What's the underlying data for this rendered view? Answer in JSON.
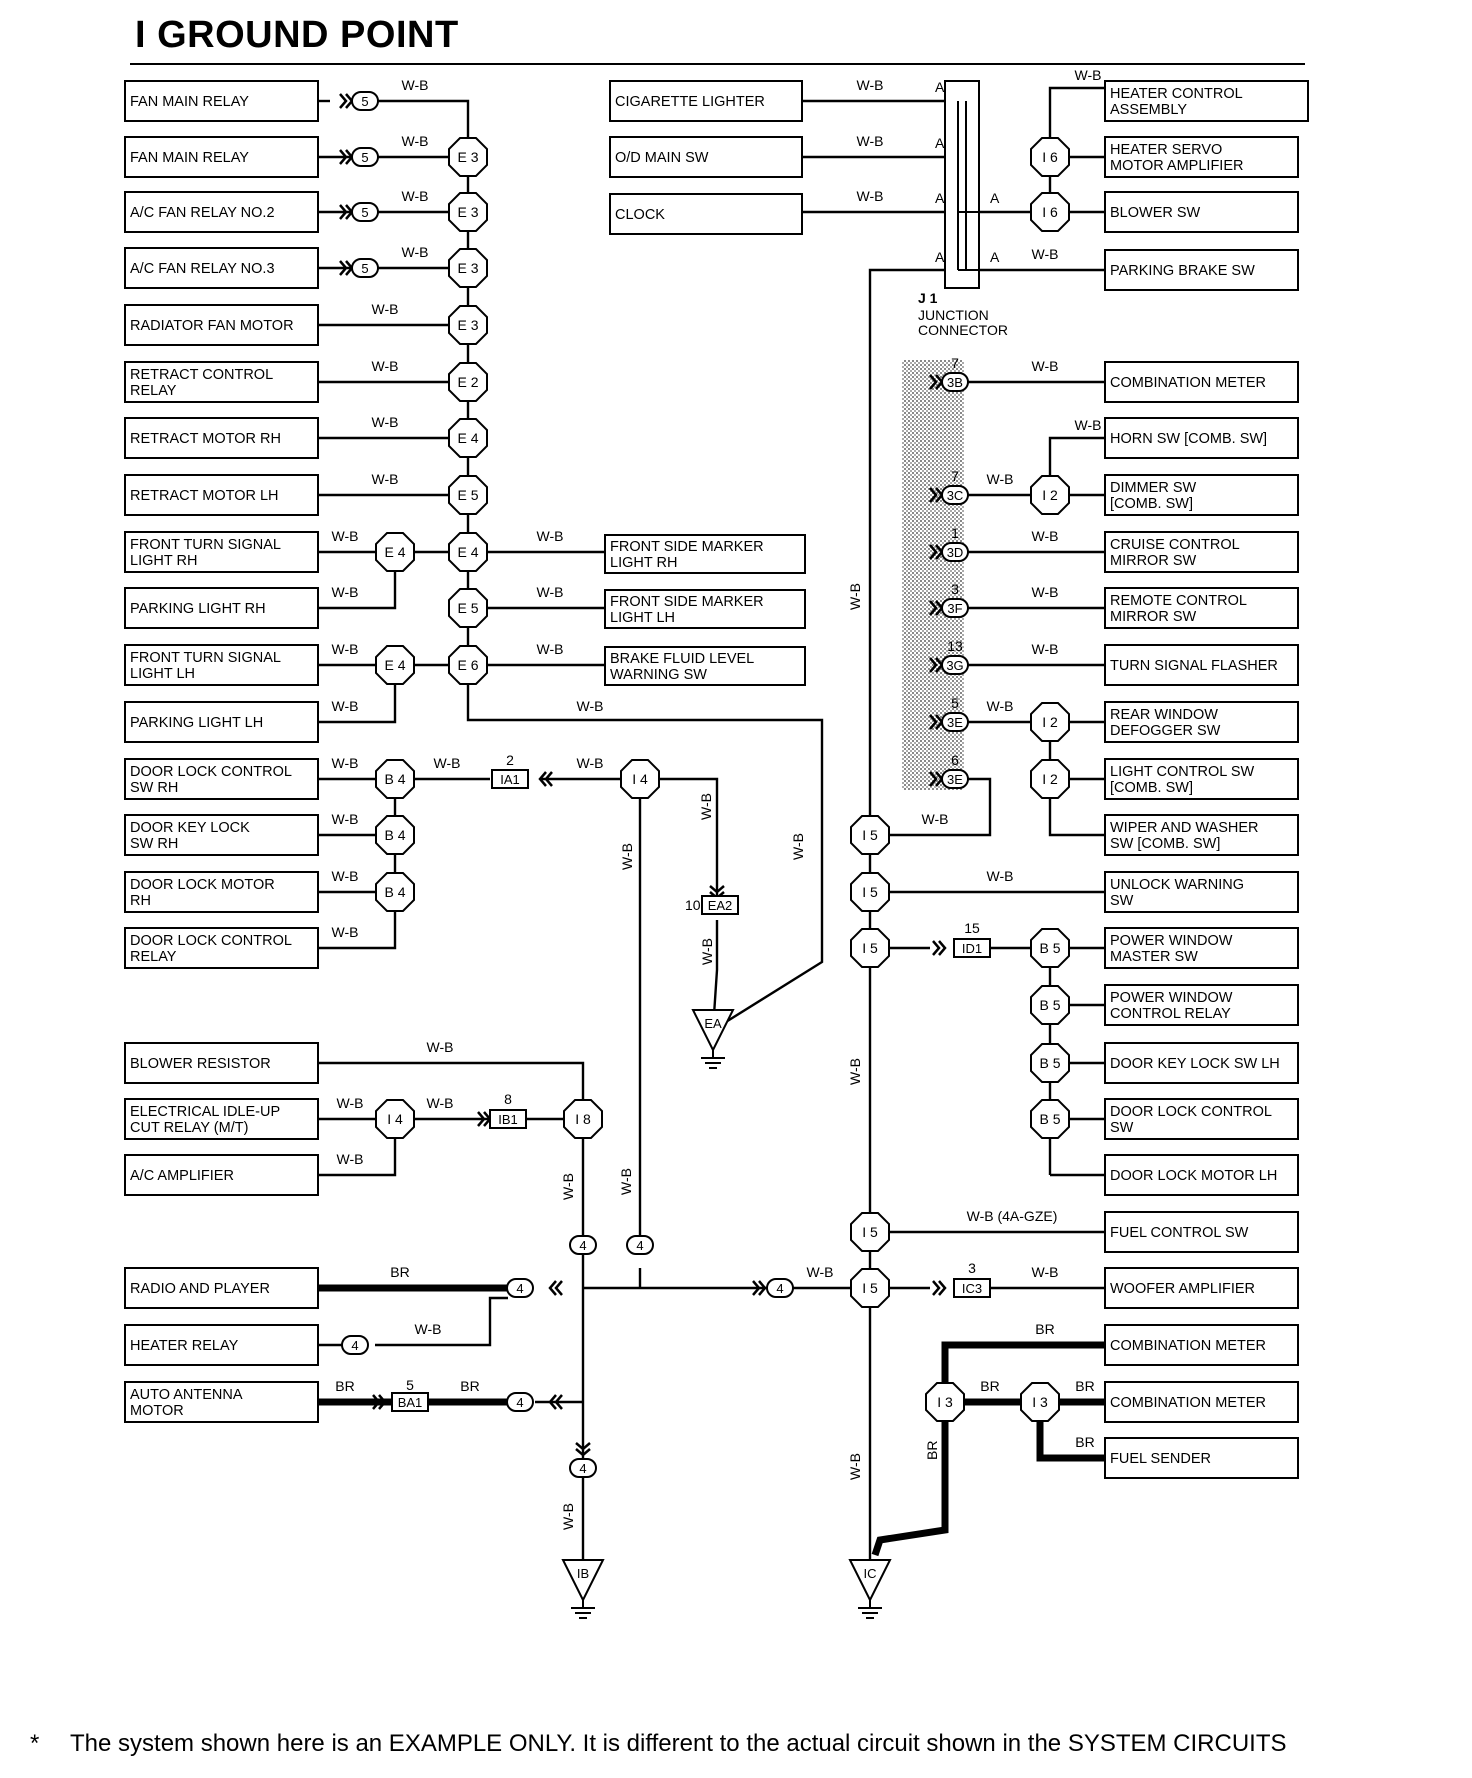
{
  "title": "I GROUND POINT",
  "footnote": {
    "marker": "*",
    "text": "The system shown here is an EXAMPLE ONLY. It is different to the actual circuit shown in the SYSTEM CIRCUITS"
  },
  "wire_labels": {
    "wb": "W-B",
    "br": "BR",
    "wb_4agze": "W-B  (4A-GZE)"
  },
  "junction_connector": {
    "id": "J 1",
    "name": "JUNCTION\nCONNECTOR",
    "pin": "A"
  },
  "grounds": {
    "ea": "EA",
    "ib": "IB",
    "ic": "IC"
  },
  "components": {
    "left": [
      "FAN MAIN RELAY",
      "FAN MAIN RELAY",
      "A/C FAN RELAY NO.2",
      "A/C FAN RELAY NO.3",
      "RADIATOR FAN MOTOR",
      "RETRACT CONTROL\nRELAY",
      "RETRACT MOTOR RH",
      "RETRACT MOTOR LH",
      "FRONT TURN SIGNAL\n LIGHT RH",
      "PARKING LIGHT RH",
      "FRONT TURN SIGNAL\nLIGHT LH",
      "PARKING LIGHT LH",
      "DOOR LOCK CONTROL\nSW RH",
      "DOOR KEY LOCK\nSW RH",
      "DOOR LOCK MOTOR\nRH",
      "DOOR LOCK CONTROL\nRELAY",
      "BLOWER RESISTOR",
      "ELECTRICAL IDLE-UP\nCUT RELAY (M/T)",
      "A/C AMPLIFIER",
      "RADIO AND PLAYER",
      "HEATER RELAY",
      "AUTO ANTENNA\nMOTOR"
    ],
    "middle": [
      "FRONT SIDE MARKER\nLIGHT RH",
      "FRONT SIDE MARKER\nLIGHT LH",
      "BRAKE FLUID LEVEL\nWARNING SW",
      "CIGARETTE LIGHTER",
      "O/D MAIN SW",
      "CLOCK"
    ],
    "right": [
      "HEATER CONTROL\nASSEMBLY",
      "HEATER SERVO\nMOTOR AMPLIFIER",
      "BLOWER SW",
      "PARKING BRAKE SW",
      "COMBINATION METER",
      "HORN SW [COMB. SW]",
      "DIMMER SW\n[COMB. SW]",
      "CRUISE CONTROL\nMIRROR SW",
      "REMOTE CONTROL\nMIRROR SW",
      "TURN SIGNAL FLASHER",
      "REAR WINDOW\nDEFOGGER SW",
      "LIGHT CONTROL SW\n[COMB. SW]",
      "WIPER AND WASHER\nSW [COMB. SW]",
      "UNLOCK WARNING\nSW",
      "POWER WINDOW\nMASTER SW",
      "POWER WINDOW\nCONTROL RELAY",
      "DOOR KEY LOCK SW LH",
      "DOOR LOCK CONTROL\nSW",
      "DOOR LOCK MOTOR LH",
      "FUEL CONTROL SW",
      "WOOFER AMPLIFIER",
      "COMBINATION METER",
      "COMBINATION METER",
      "FUEL SENDER"
    ]
  },
  "splices": {
    "e3": "E 3",
    "e2": "E 2",
    "e4": "E 4",
    "e5": "E 5",
    "e6": "E 6",
    "b4": "B 4",
    "b5": "B 5",
    "i2": "I 2",
    "i3": "I 3",
    "i4": "I 4",
    "i5": "I 5",
    "i6": "I 6",
    "i8": "I 8"
  },
  "connectors": {
    "5": "5",
    "4": "4",
    "ia1": "IA1",
    "ea2": "EA2",
    "ib1": "IB1",
    "ba1": "BA1",
    "id1": "ID1",
    "ic3": "IC3",
    "3b": "3B",
    "3c": "3C",
    "3d": "3D",
    "3f": "3F",
    "3g": "3G",
    "3e": "3E"
  },
  "pins": {
    "p1": "1",
    "p2": "2",
    "p3": "3",
    "p5": "5",
    "p6": "6",
    "p7": "7",
    "p8": "8",
    "p10": "10",
    "p13": "13",
    "p15": "15"
  }
}
